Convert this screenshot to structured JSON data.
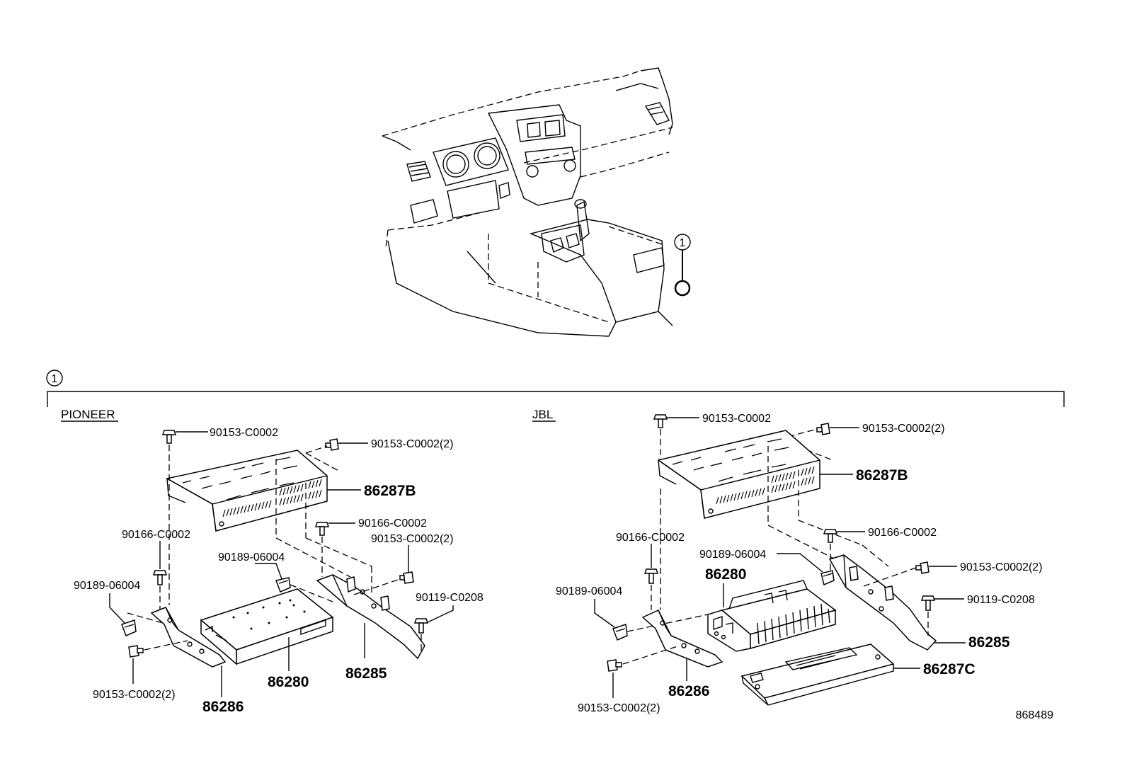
{
  "callout": {
    "number": "1"
  },
  "sections": {
    "pioneer": {
      "title": "PIONEER",
      "labels": {
        "bolt_top": "90153-C0002",
        "bolt_top_right": "90153-C0002(2)",
        "bracket_top": "86287B",
        "screw_left": "90166-C0002",
        "screw_mid": "90166-C0002",
        "bolt_mid_right": "90153-C0002(2)",
        "clip_mid": "90189-06004",
        "clip_left": "90189-06004",
        "screw_right": "90119-C0208",
        "bolt_bottom": "90153-C0002(2)",
        "amplifier": "86280",
        "bracket_right": "86285",
        "bracket_left": "86286"
      }
    },
    "jbl": {
      "title": "JBL",
      "labels": {
        "bolt_top": "90153-C0002",
        "bolt_top_right": "90153-C0002(2)",
        "bracket_top": "86287B",
        "screw_left": "90166-C0002",
        "screw_mid": "90166-C0002",
        "clip_mid": "90189-06004",
        "amplifier": "86280",
        "bolt_mid_right": "90153-C0002(2)",
        "clip_left": "90189-06004",
        "screw_right": "90119-C0208",
        "bracket_right": "86285",
        "cover": "86287C",
        "bolt_bottom": "90153-C0002(2)",
        "bracket_left": "86286"
      }
    }
  },
  "diagram_code": "868489"
}
